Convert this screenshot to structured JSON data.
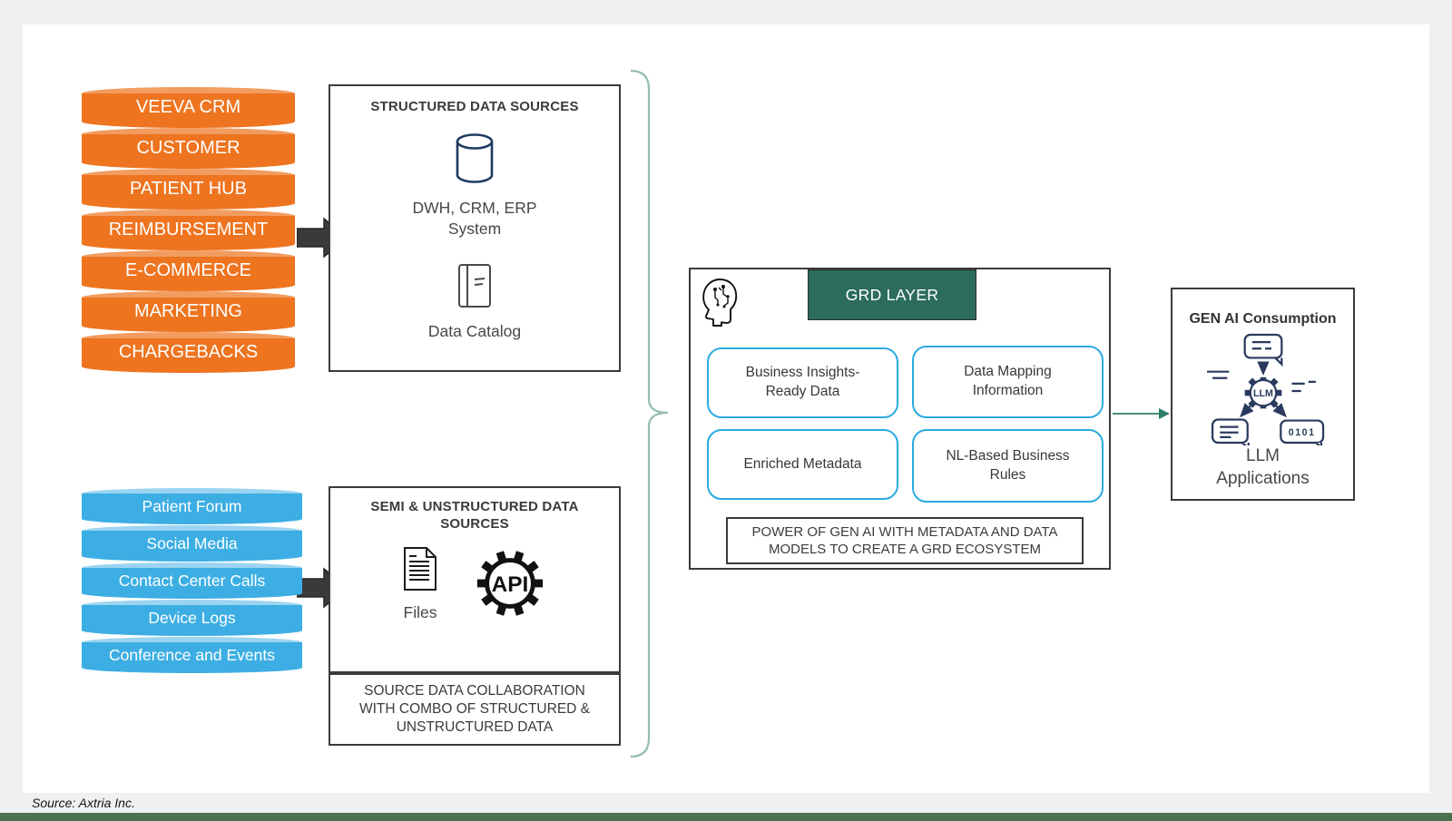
{
  "orange_sources": [
    "VEEVA CRM",
    "CUSTOMER",
    "PATIENT HUB",
    "REIMBURSEMENT",
    "E-COMMERCE",
    "MARKETING",
    "CHARGEBACKS"
  ],
  "blue_sources": [
    "Patient Forum",
    "Social Media",
    "Contact Center Calls",
    "Device Logs",
    "Conference and Events"
  ],
  "structured": {
    "title": "STRUCTURED DATA SOURCES",
    "db_caption": "DWH, CRM, ERP System",
    "catalog_caption": "Data Catalog"
  },
  "semi": {
    "title": "SEMI & UNSTRUCTURED DATA SOURCES",
    "files_caption": "Files",
    "api_icon_text": "API",
    "collab_note": "SOURCE DATA COLLABORATION WITH COMBO OF STRUCTURED & UNSTRUCTURED DATA"
  },
  "grd": {
    "header": "GRD LAYER",
    "boxes": [
      "Business Insights-Ready Data",
      "Data Mapping Information",
      "Enriched Metadata",
      "NL-Based Business Rules"
    ],
    "footer_note": "POWER OF GEN AI WITH METADATA AND DATA MODELS TO CREATE A GRD ECOSYSTEM"
  },
  "genai": {
    "title": "GEN AI Consumption",
    "gear_text": "LLM",
    "binary_text": "0101",
    "caption": "LLM Applications"
  },
  "footer": {
    "source": "Source: Axtria Inc."
  },
  "colors": {
    "orange_body": "#ee7420",
    "orange_cap": "#f29c5f",
    "blue_body": "#3caee3",
    "blue_cap": "#9bd4f1",
    "grd_header_green": "#2b6c5b",
    "inner_box_blue": "#29abe2",
    "brace_teal": "#94bdb1",
    "arrow_teal": "#2e7d68",
    "arrow_dark": "#3a3a3a",
    "bottom_bar_green": "#4a7251",
    "page_background": "#eef0f2"
  }
}
